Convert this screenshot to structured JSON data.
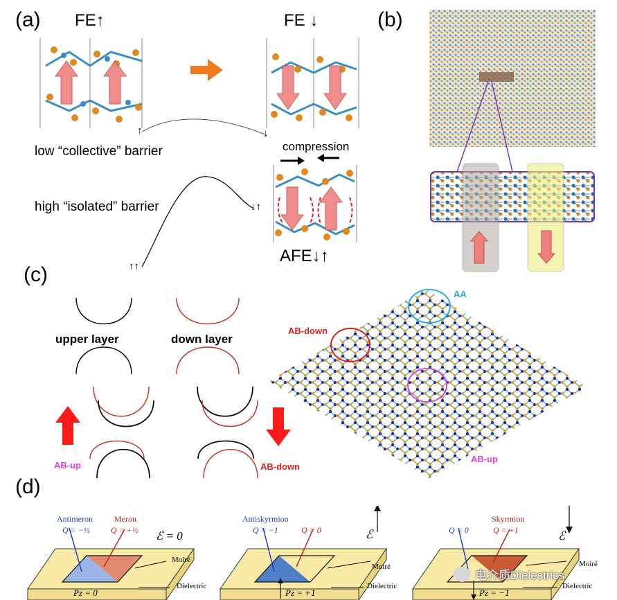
{
  "panel_a": {
    "letter": "(a)",
    "fe_up": "FE↑",
    "fe_down": "FE ↓",
    "low_barrier": "low “collective” barrier",
    "high_barrier": "high “isolated” barrier",
    "compression": "compression",
    "afe": "AFE↓↑",
    "marker_down": "↓",
    "marker_up": "↑",
    "marker_downup": "↓↑",
    "marker_upup": "↑↑"
  },
  "panel_b": {
    "letter": "(b)"
  },
  "panel_c": {
    "letter": "(c)",
    "upper_layer": "upper layer",
    "down_layer": "down layer",
    "ab_up_left": "AB-up",
    "ab_down_left": "AB-down",
    "aa": "AA",
    "ab_down": "AB-down",
    "ab_up": "AB-up",
    "colors": {
      "aa": "#29a9e0",
      "ab_down": "#e02020",
      "ab_up": "#d945d9",
      "arrow": "#ff1a1a"
    }
  },
  "panel_d": {
    "letter": "(d)",
    "box1": {
      "left_label": "Antimeron",
      "left_q": "Q = −½",
      "right_label": "Meron",
      "right_q": "Q = +½",
      "field": "ℰ = 0",
      "moire": "Moiré",
      "dielectric": "Dielectric",
      "pz": "Pz = 0"
    },
    "box2": {
      "left_label": "Antiskyrmion",
      "left_q": "Q = −1",
      "right_q": "Q = 0",
      "field": "ℰ",
      "moire": "Moiré",
      "dielectric": "Dielectric",
      "pz": "Pz = +1"
    },
    "box3": {
      "left_q": "Q = 0",
      "right_label": "Skyrmion",
      "right_q": "Q = +1",
      "field": "ℰ",
      "moire": "Moiré",
      "dielectric": "Dielectric",
      "pz": "Pz = −1"
    }
  },
  "watermark": "电介质Dielectrics"
}
